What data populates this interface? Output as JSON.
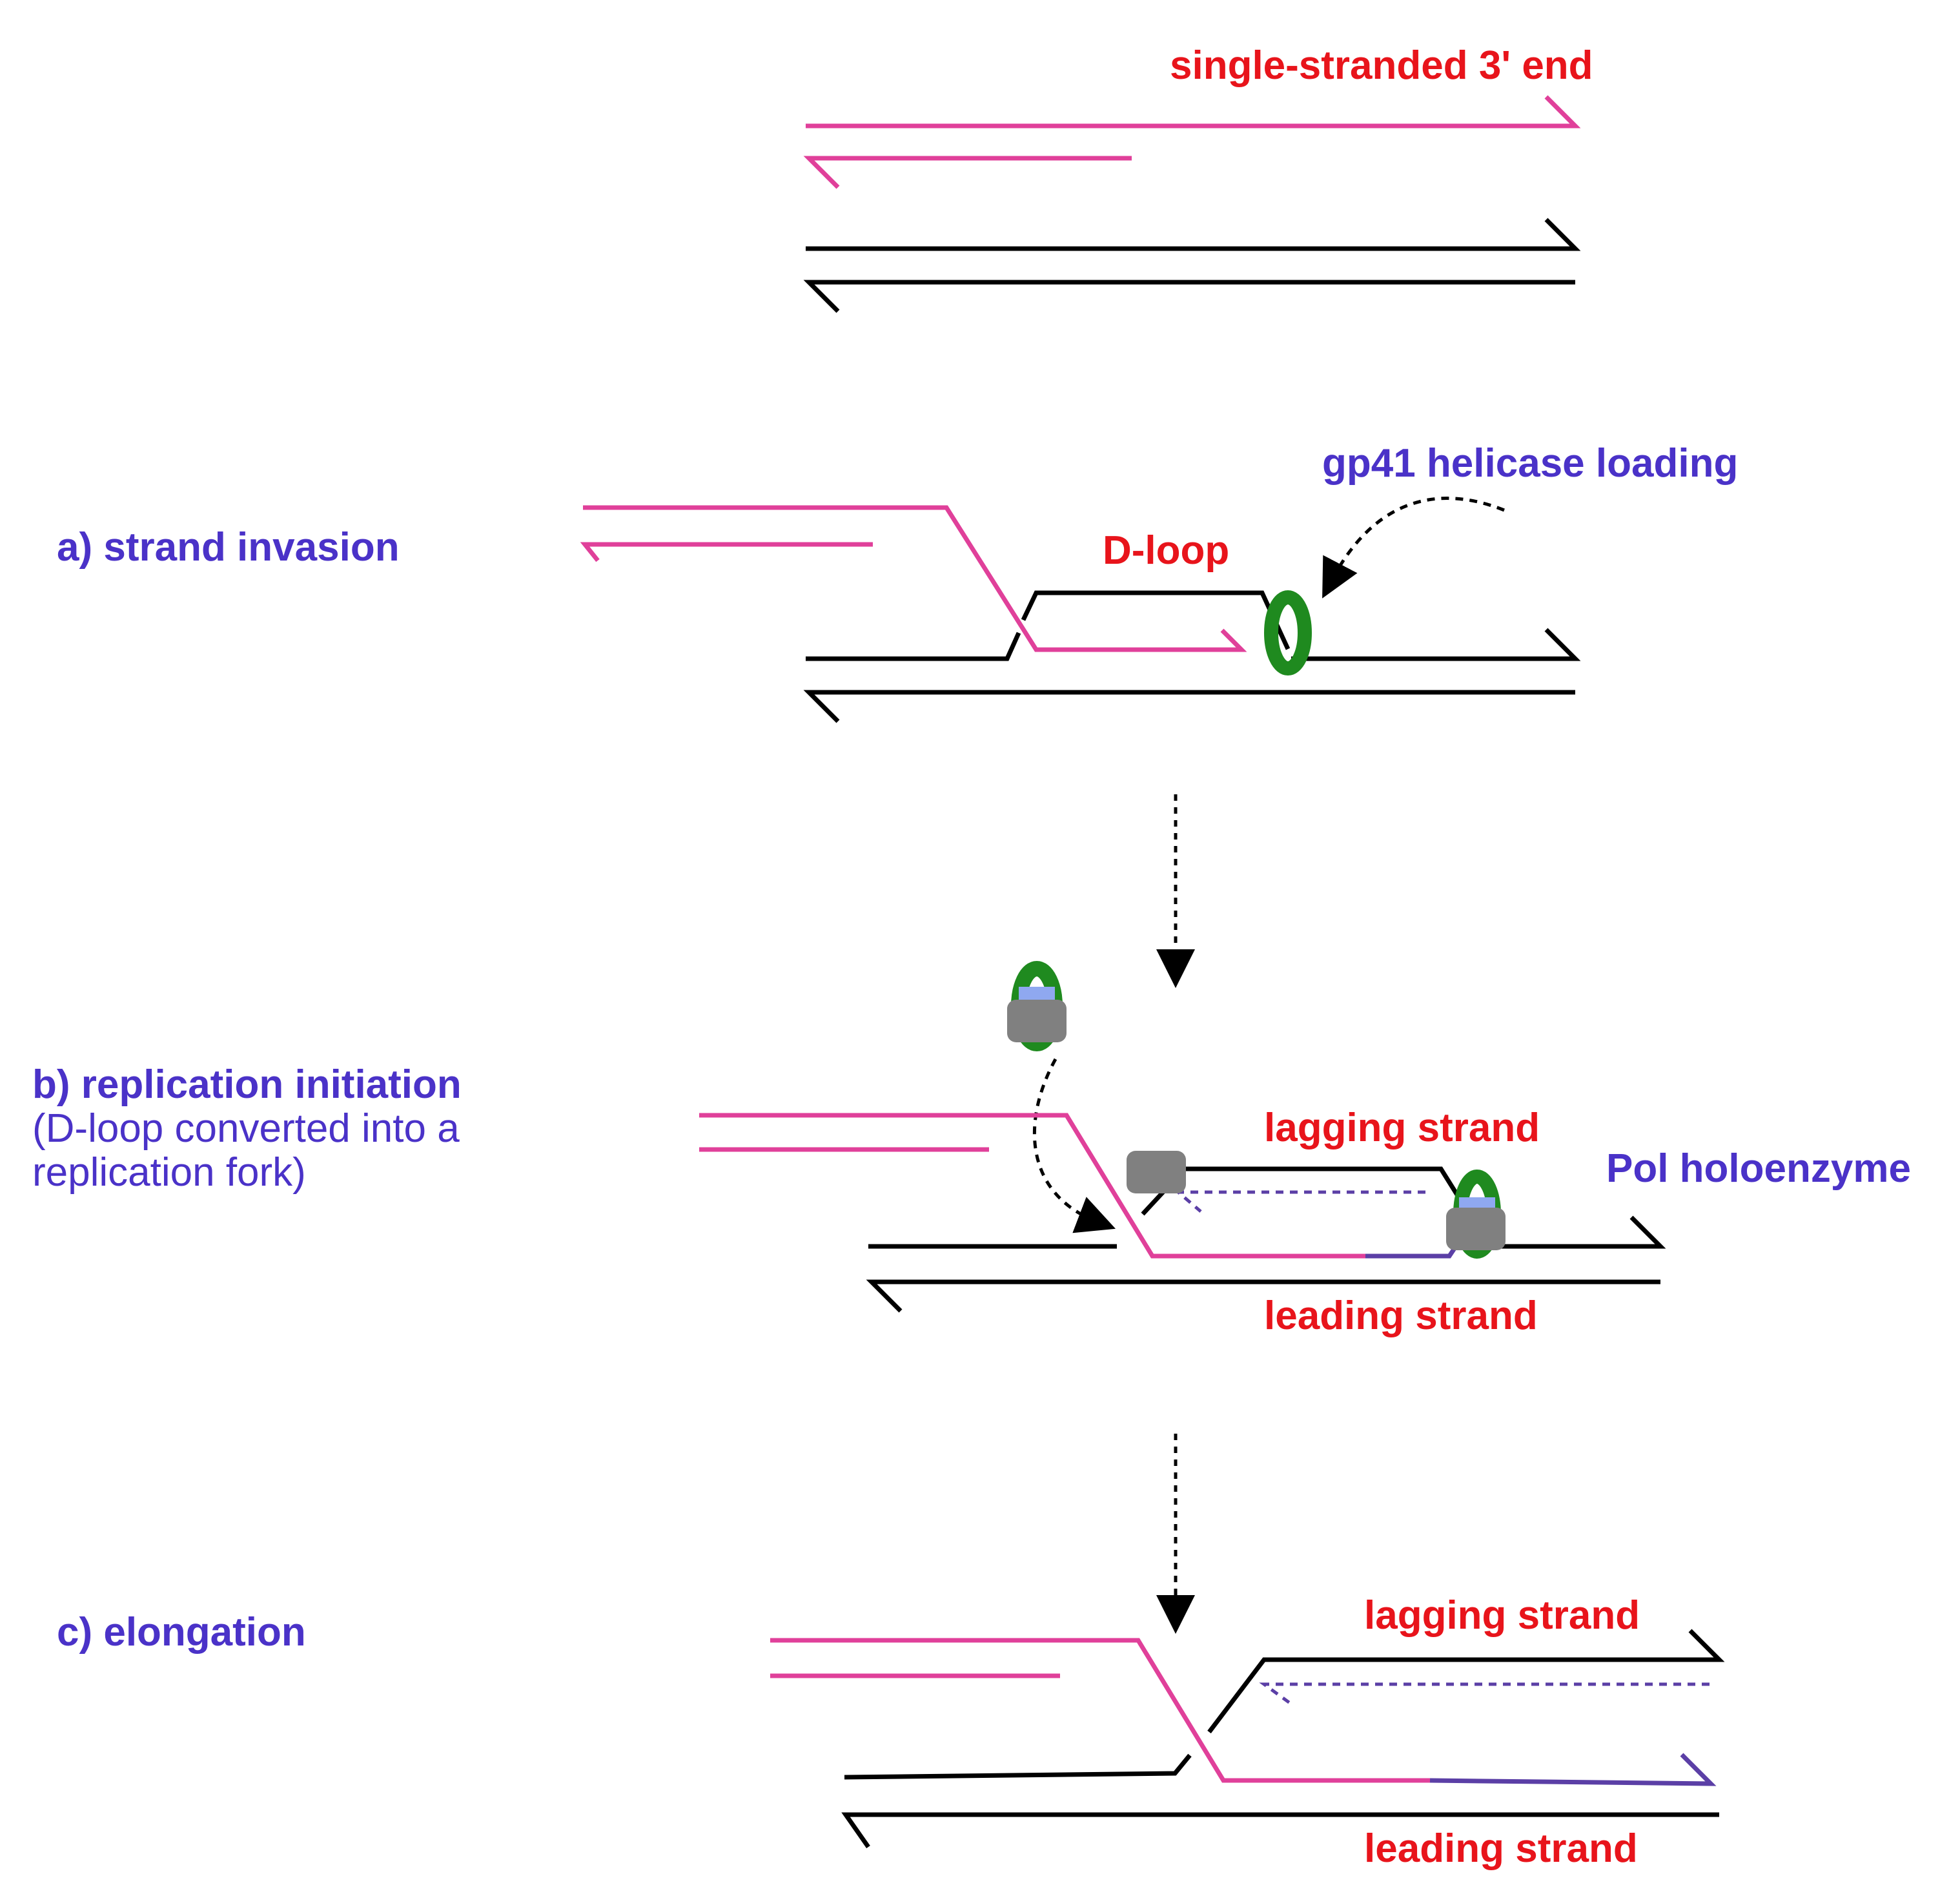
{
  "colors": {
    "invading_strand": "#e0409a",
    "template_dna": "#000000",
    "new_dna": "#5b3fa6",
    "label_red": "#e8141b",
    "label_blue": "#4a32c8",
    "helicase": "#1f8a1f",
    "polymerase": "#808080",
    "clamp": "#8fa8f0"
  },
  "labels": {
    "single_stranded_end": "single-stranded 3' end",
    "step_a": "a) strand invasion",
    "d_loop": "D-loop",
    "gp41": "gp41 helicase loading",
    "step_b_line1": "b) replication initiation",
    "step_b_line2": "(D-loop  converted into a",
    "step_b_line3": "replication fork)",
    "pol_holoenzyme": "Pol holoenzyme",
    "b_lagging": "lagging strand",
    "b_leading": "leading strand",
    "step_c": "c) elongation",
    "c_lagging": "lagging strand",
    "c_leading": "leading strand"
  }
}
